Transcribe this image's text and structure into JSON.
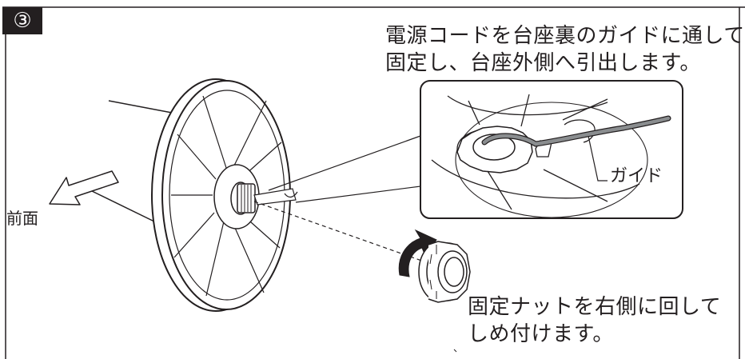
{
  "step": {
    "number": "③"
  },
  "instructions": {
    "cord_line1": "電源コードを台座裏のガイドに通して",
    "cord_line2": "固定し、台座外側へ引出します。",
    "nut_line1": "固定ナットを右側に回して",
    "nut_line2": "しめ付けます。"
  },
  "labels": {
    "front": "前面",
    "guide": "ガイド"
  },
  "colors": {
    "ink": "#231f20",
    "cord": "#8a8d8f",
    "fill": "#ffffff"
  }
}
